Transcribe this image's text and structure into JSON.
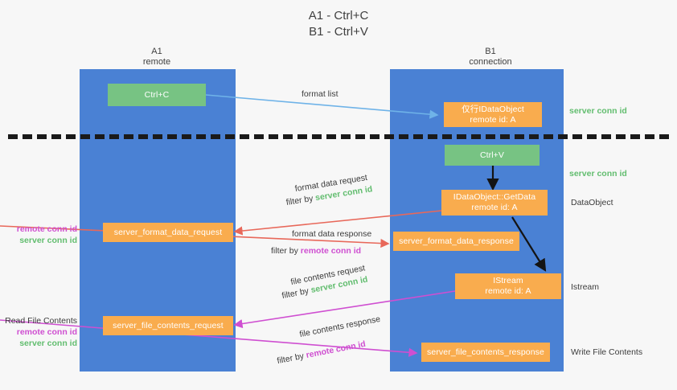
{
  "title": {
    "line1": "A1 - Ctrl+C",
    "line2": "B1 - Ctrl+V"
  },
  "lanes": [
    {
      "id": "a1",
      "name": "A1",
      "sub": "remote",
      "color": "#4a81d4"
    },
    {
      "id": "b1",
      "name": "B1",
      "sub": "connection",
      "color": "#4a81d4"
    }
  ],
  "colors": {
    "lane": "#4a81d4",
    "green_box": "#77c383",
    "orange_box": "#f9ac4e",
    "server_conn_id": "#62bd6f",
    "remote_conn_id": "#cf4fd1",
    "arrow_blue": "#6fb3e8",
    "arrow_red": "#e8685a",
    "arrow_magenta": "#cf4fd1",
    "arrow_black": "#141414",
    "background": "#f7f7f7"
  },
  "nodes": {
    "ctrl_c": {
      "label": "Ctrl+C",
      "style": "green"
    },
    "idataobject": {
      "label": "IDataObject",
      "sub": "remote id: A",
      "prefix": "仅行",
      "style": "orange"
    },
    "ctrl_v": {
      "label": "Ctrl+V",
      "style": "green"
    },
    "getdata": {
      "label": "IDataObject::GetData",
      "sub": "remote id: A",
      "style": "orange"
    },
    "istream": {
      "label": "IStream",
      "sub": "remote id: A",
      "style": "orange"
    },
    "server_format_data_request": {
      "label": "server_format_data_request",
      "style": "orange"
    },
    "server_format_data_response": {
      "label": "server_format_data_response",
      "style": "orange"
    },
    "server_file_contents_request": {
      "label": "server_file_contents_request",
      "style": "orange"
    },
    "server_file_contents_response": {
      "label": "server_file_contents_response",
      "style": "orange"
    }
  },
  "edge_labels": {
    "format_list": "format list",
    "format_data_request": "format data request",
    "format_data_request_filter_prefix": "filter by ",
    "format_data_request_filter_value": "server conn id",
    "format_data_response": "format data response",
    "format_data_response_filter_prefix": "filter by ",
    "format_data_response_filter_value": "remote conn id",
    "file_contents_request": "file contents request",
    "file_contents_request_filter_prefix": "filter by ",
    "file_contents_request_filter_value": "server conn id",
    "file_contents_response": "file contents response",
    "file_contents_response_filter_prefix": "filter by ",
    "file_contents_response_filter_value": "remote conn id"
  },
  "right_annotations": [
    {
      "id": "server-conn-id-top",
      "text": "server conn id",
      "style": "green"
    },
    {
      "id": "server-conn-id-mid",
      "text": "server conn id",
      "style": "green"
    },
    {
      "id": "dataobject",
      "text": "DataObject",
      "style": "plain"
    },
    {
      "id": "istream",
      "text": "Istream",
      "style": "plain"
    },
    {
      "id": "write-file-contents",
      "text": "Write File Contents",
      "style": "plain"
    }
  ],
  "left_annotations": [
    {
      "id": "conn-ids-format",
      "remote": "remote conn id",
      "server": "server conn id"
    },
    {
      "id": "read-file-contents",
      "heading": "Read File Contents",
      "remote": "remote conn id",
      "server": "server conn id"
    }
  ]
}
